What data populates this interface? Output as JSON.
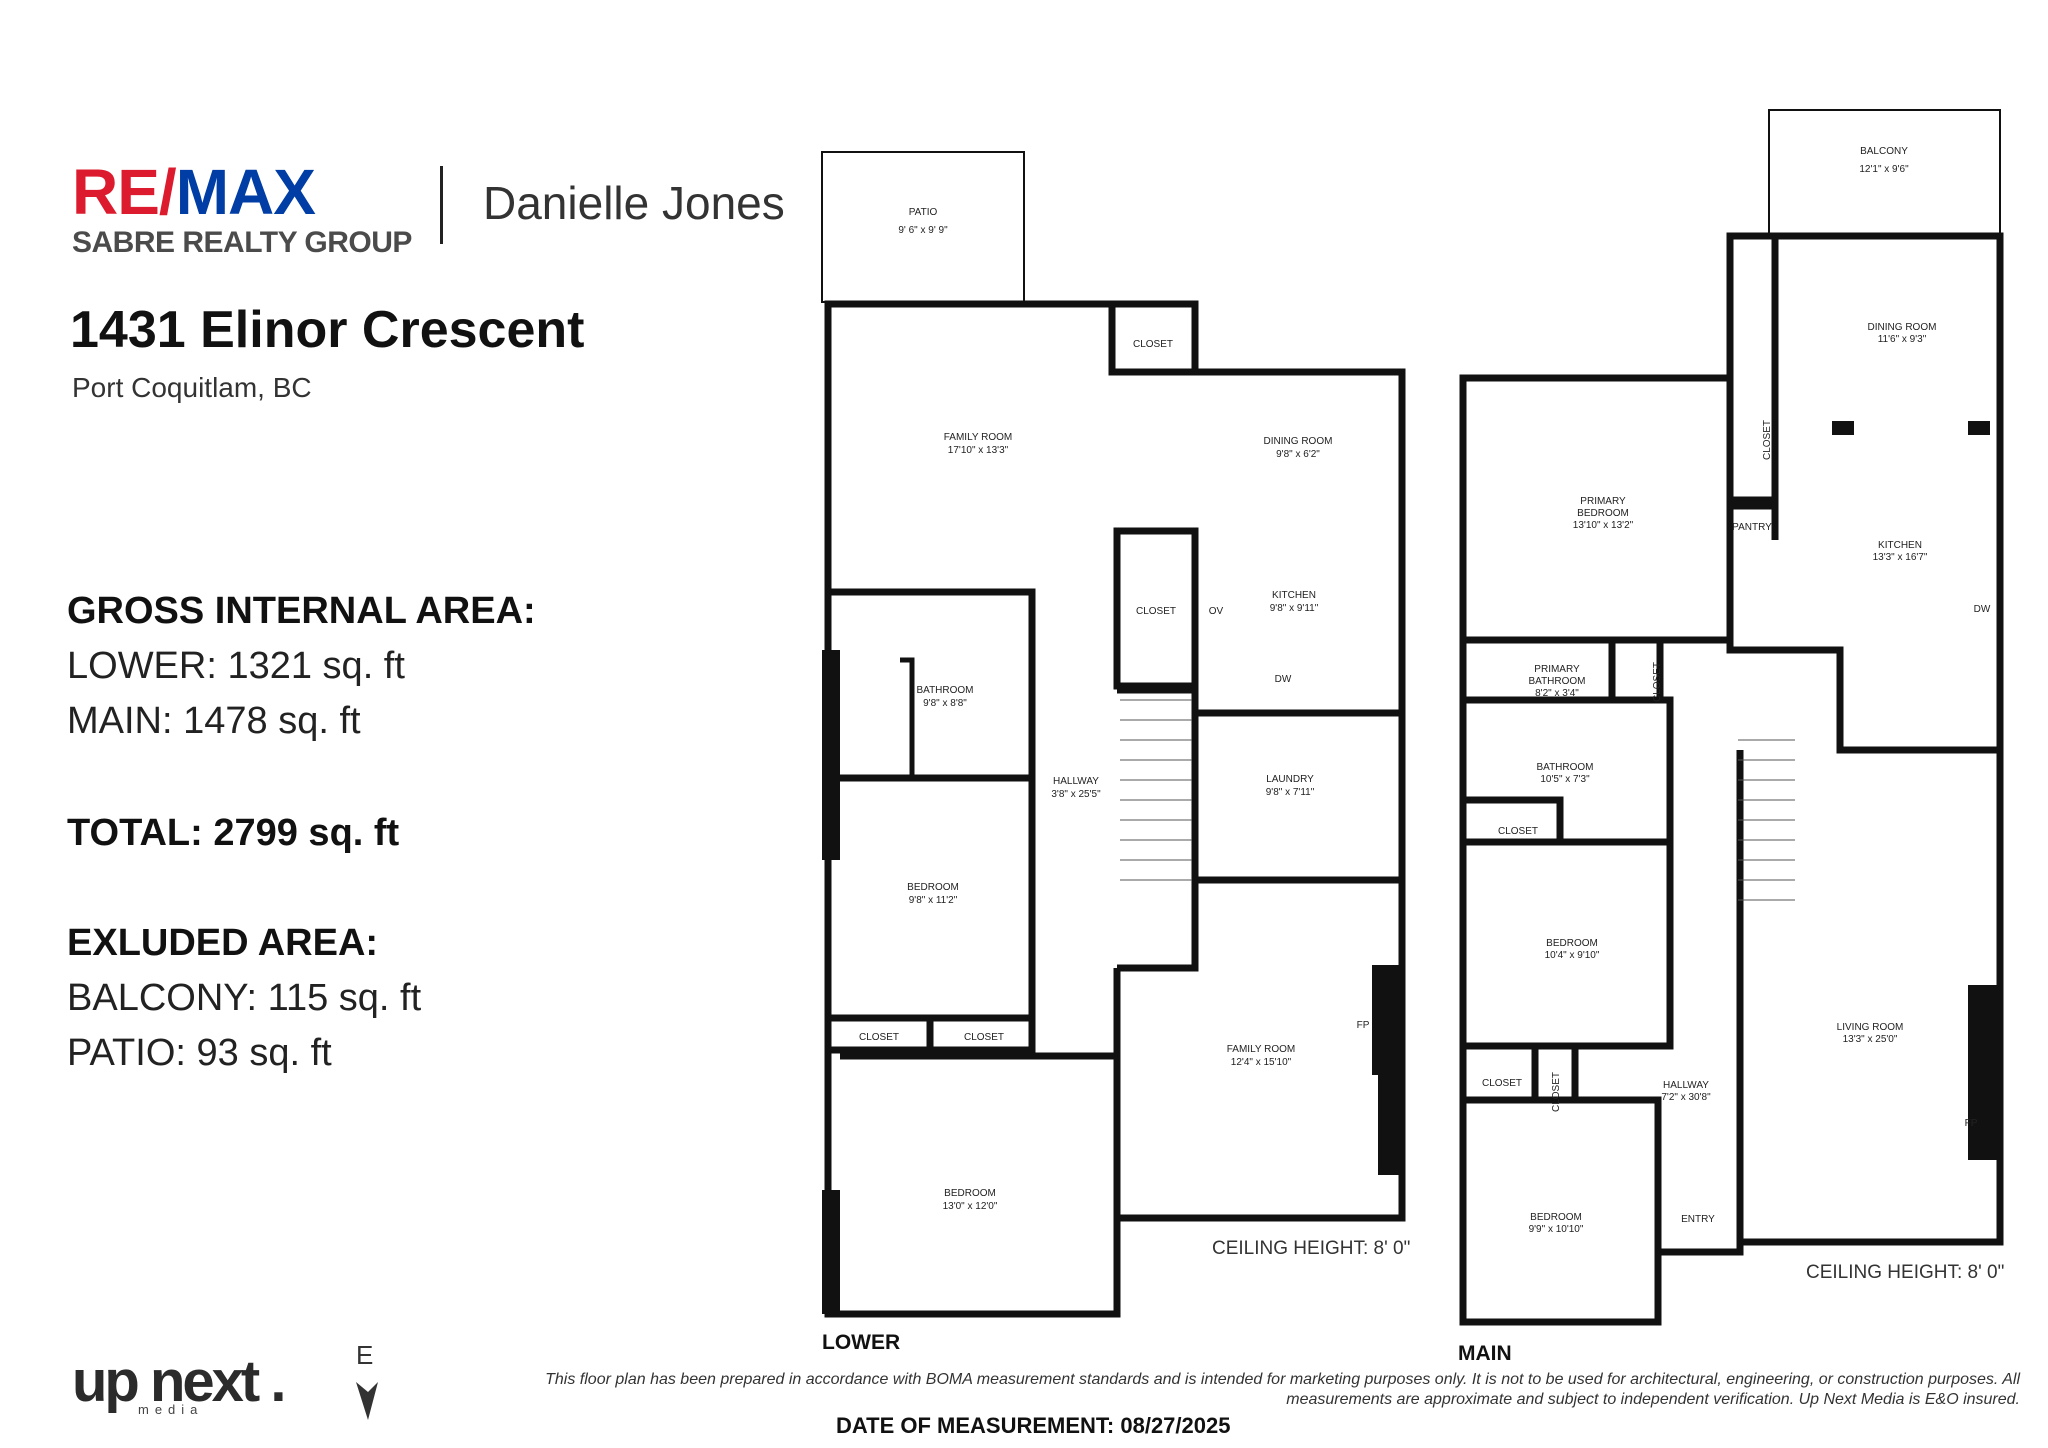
{
  "header": {
    "brand_top": "RE/MAX",
    "brand_sub": "SABRE REALTY GROUP",
    "agent": "Danielle Jones",
    "address": "1431 Elinor Crescent",
    "city": "Port Coquitlam, BC"
  },
  "areas": {
    "gross_heading": "GROSS INTERNAL AREA:",
    "lower": "LOWER: 1321 sq. ft",
    "main": "MAIN:  1478 sq. ft",
    "total": "TOTAL: 2799 sq. ft",
    "excluded_heading": "EXLUDED AREA:",
    "balcony": "BALCONY: 115 sq. ft",
    "patio": "PATIO: 93 sq. ft"
  },
  "lower_floor": {
    "label": "LOWER",
    "ceiling": "CEILING HEIGHT: 8' 0\"",
    "rooms": {
      "patio": {
        "name": "PATIO",
        "dim": "9' 6\" x 9' 9\""
      },
      "family_room_1": {
        "name": "FAMILY ROOM",
        "dim": "17'10\" x 13'3\""
      },
      "closet_top": {
        "name": "CLOSET"
      },
      "dining_room": {
        "name": "DINING ROOM",
        "dim": "9'8\" x 6'2\""
      },
      "kitchen": {
        "name": "KITCHEN",
        "dim": "9'8\" x 9'11\""
      },
      "closet_mid": {
        "name": "CLOSET"
      },
      "bathroom": {
        "name": "BATHROOM",
        "dim": "9'8\" x 8'8\""
      },
      "hallway": {
        "name": "HALLWAY",
        "dim": "3'8\" x 25'5\""
      },
      "laundry": {
        "name": "LAUNDRY",
        "dim": "9'8\" x 7'11\""
      },
      "bedroom_1": {
        "name": "BEDROOM",
        "dim": "9'8\" x 11'2\""
      },
      "closet_a": {
        "name": "CLOSET"
      },
      "closet_b": {
        "name": "CLOSET"
      },
      "family_room_2": {
        "name": "FAMILY ROOM",
        "dim": "12'4\" x 15'10\""
      },
      "bedroom_2": {
        "name": "BEDROOM",
        "dim": "13'0\" x 12'0\""
      }
    },
    "marks": {
      "oven": "OV",
      "dishwasher": "DW",
      "fireplace": "FP"
    }
  },
  "main_floor": {
    "label": "MAIN",
    "ceiling": "CEILING HEIGHT: 8' 0\"",
    "rooms": {
      "balcony": {
        "name": "BALCONY",
        "dim": "12'1\" x 9'6\""
      },
      "dining_room": {
        "name": "DINING ROOM",
        "dim": "11'6\" x 9'3\""
      },
      "primary_bedroom": {
        "name1": "PRIMARY",
        "name2": "BEDROOM",
        "dim": "13'10\" x 13'2\""
      },
      "closet_primary": {
        "name": "CLOSET"
      },
      "pantry": {
        "name": "PANTRY"
      },
      "kitchen": {
        "name": "KITCHEN",
        "dim": "13'3\" x 16'7\""
      },
      "primary_bathroom": {
        "name1": "PRIMARY",
        "name2": "BATHROOM",
        "dim": "8'2\" x 3'4\""
      },
      "closet_bath": {
        "name": "CLOSET"
      },
      "bathroom": {
        "name": "BATHROOM",
        "dim": "10'5\" x 7'3\""
      },
      "closet_bed": {
        "name": "CLOSET"
      },
      "bedroom_1": {
        "name": "BEDROOM",
        "dim": "10'4\" x 9'10\""
      },
      "living_room": {
        "name": "LIVING ROOM",
        "dim": "13'3\" x 25'0\""
      },
      "closet_low": {
        "name": "CLOSET"
      },
      "closet_hall": {
        "name": "CLOSET"
      },
      "hallway": {
        "name": "HALLWAY",
        "dim": "7'2\" x 30'8\""
      },
      "bedroom_2": {
        "name": "BEDROOM",
        "dim": "9'9\" x 10'10\""
      },
      "entry": {
        "name": "ENTRY"
      }
    },
    "marks": {
      "dishwasher": "DW",
      "fireplace": "FP"
    }
  },
  "footer": {
    "logo": "up next .",
    "logo_sub": "media",
    "compass": "E",
    "disclaimer_1": "This floor plan has been prepared in accordance with BOMA measurement standards and is intended for marketing purposes only. It is not to be used for architectural, engineering, or construction purposes. All",
    "disclaimer_2": "measurements are approximate and subject to independent verification. Up Next Media is E&O insured.",
    "date": "DATE OF MEASUREMENT: 08/27/2025"
  },
  "colors": {
    "remax_red": "#dc1c2e",
    "remax_blue": "#003da5",
    "wall": "#111111"
  }
}
